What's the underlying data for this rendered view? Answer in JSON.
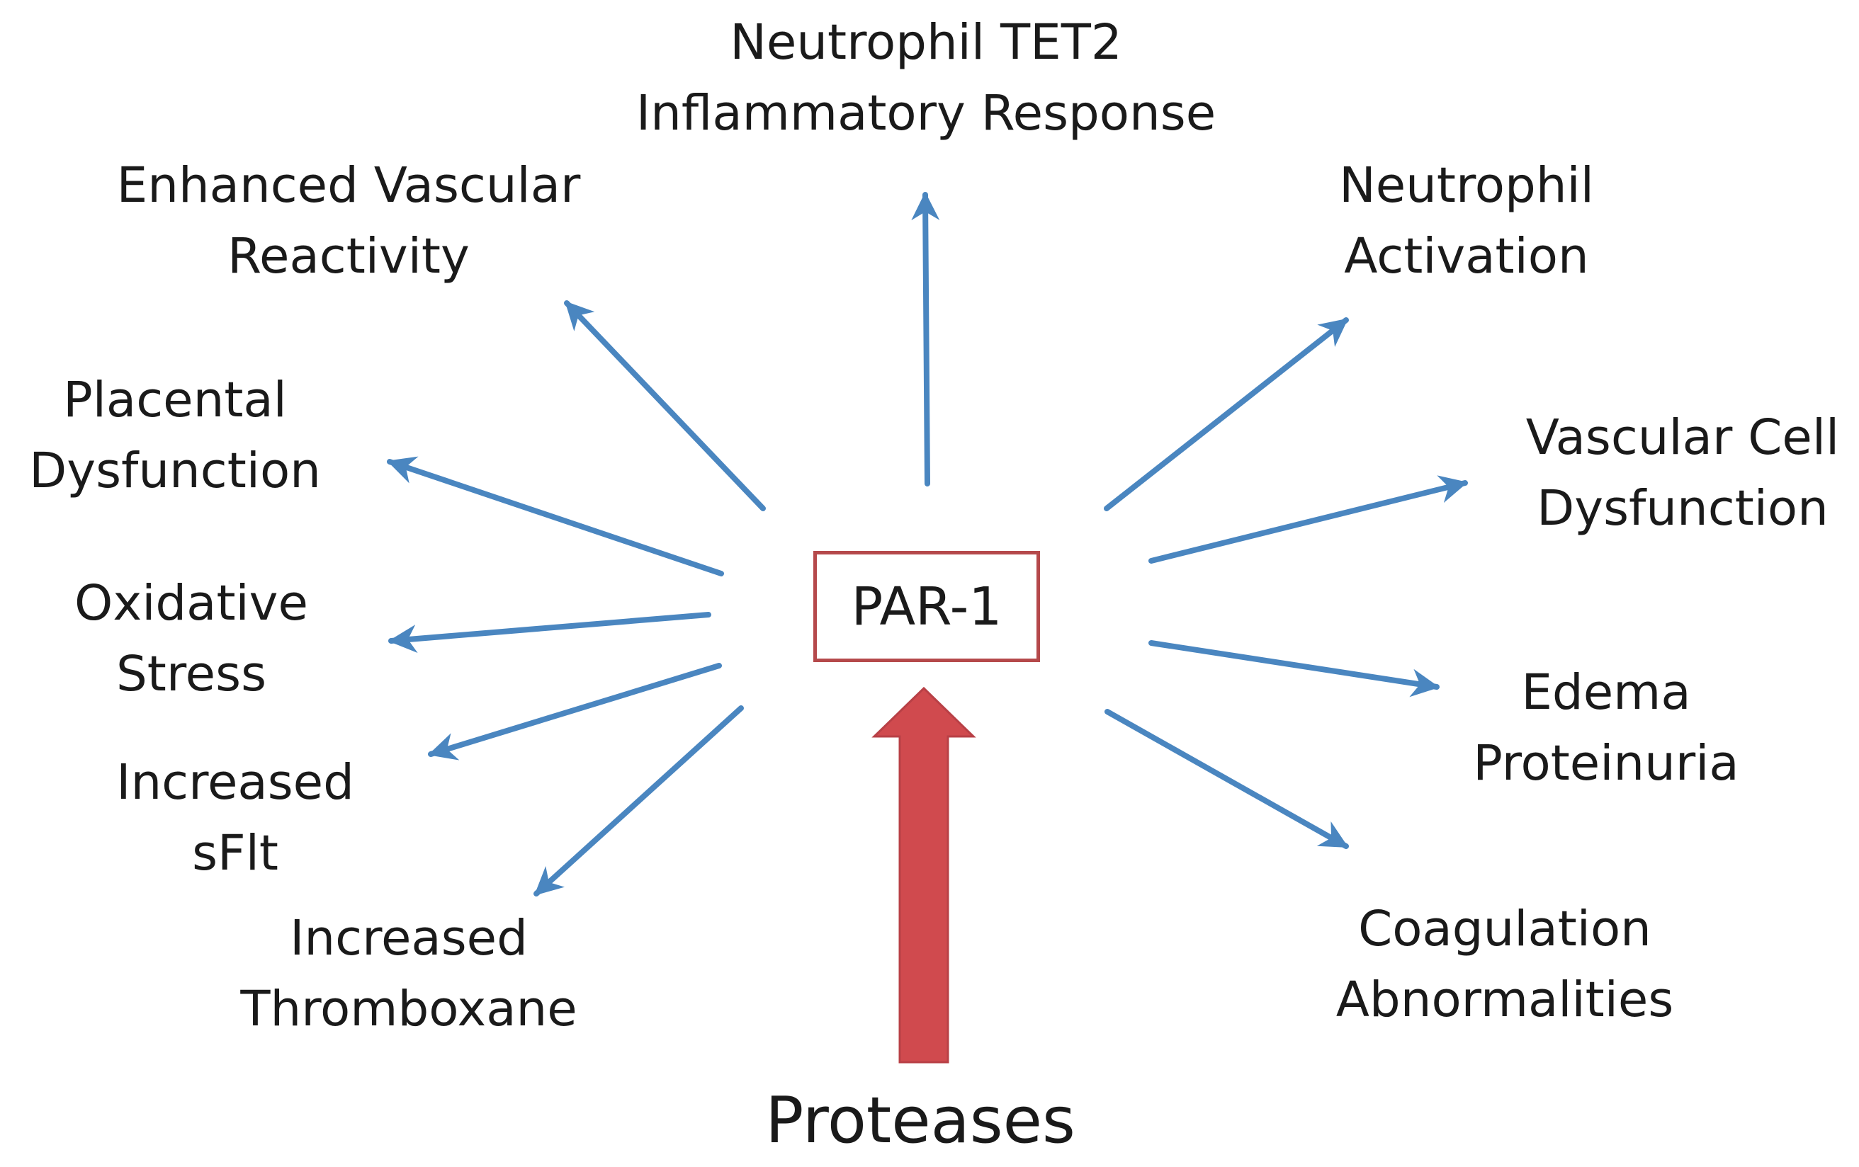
{
  "center": {
    "label": "PAR-1"
  },
  "source": {
    "label": "Proteases"
  },
  "effects": [
    {
      "id": "neutrophil-tet2",
      "lines": [
        "Neutrophil TET2",
        "Inflammatory Response"
      ]
    },
    {
      "id": "neutrophil-activation",
      "lines": [
        "Neutrophil",
        "Activation"
      ]
    },
    {
      "id": "vascular-cell",
      "lines": [
        "Vascular Cell",
        "Dysfunction"
      ]
    },
    {
      "id": "edema",
      "lines": [
        "Edema",
        "Proteinuria"
      ]
    },
    {
      "id": "coagulation",
      "lines": [
        "Coagulation",
        "Abnormalities"
      ]
    },
    {
      "id": "thromboxane",
      "lines": [
        "Increased",
        "Thromboxane"
      ]
    },
    {
      "id": "sflt",
      "lines": [
        "Increased",
        "sFlt"
      ]
    },
    {
      "id": "oxidative",
      "lines": [
        "Oxidative",
        "Stress"
      ]
    },
    {
      "id": "placental",
      "lines": [
        "Placental",
        "Dysfunction"
      ]
    },
    {
      "id": "vascular-reactivity",
      "lines": [
        "Enhanced Vascular",
        "Reactivity"
      ]
    }
  ],
  "colors": {
    "arrow": "#4a86c0",
    "source_arrow": "#d04a4e",
    "box_border": "#b5494b"
  }
}
